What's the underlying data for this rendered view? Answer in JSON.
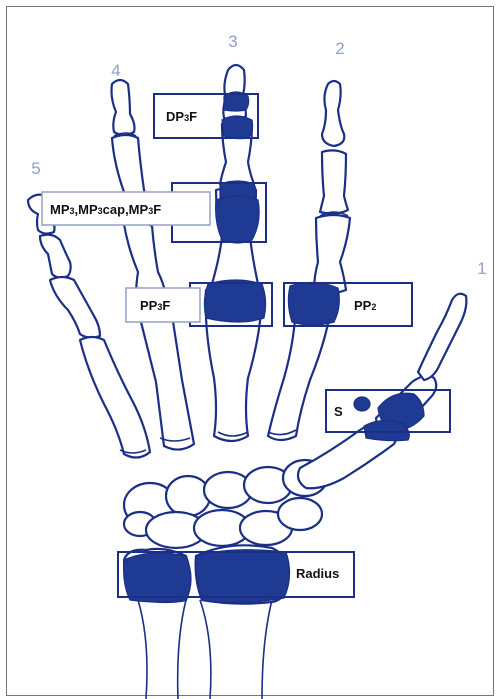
{
  "finger_numbers": {
    "d1": "1",
    "d2": "2",
    "d3": "3",
    "d4": "4",
    "d5": "5"
  },
  "labels": {
    "dp3f_main": "DP",
    "dp3f_sub": "3",
    "dp3f_end": "F",
    "mp3_a": "MP",
    "mp3_a_sub": "3",
    "mp3_b": ",MP",
    "mp3_b_sub": "3",
    "mp3_c": "cap",
    "mp3_d": ",MP",
    "mp3_d_sub": "3",
    "mp3_e": "F",
    "pp3f_main": "PP",
    "pp3f_sub": "3",
    "pp3f_end": "F",
    "pp2_main": "PP",
    "pp2_sub": "2",
    "s": "S",
    "radius": "Radius"
  },
  "colors": {
    "bone_outline": "#1b2f86",
    "highlight": "#1f3a93",
    "finger_number": "#8da0cf"
  }
}
